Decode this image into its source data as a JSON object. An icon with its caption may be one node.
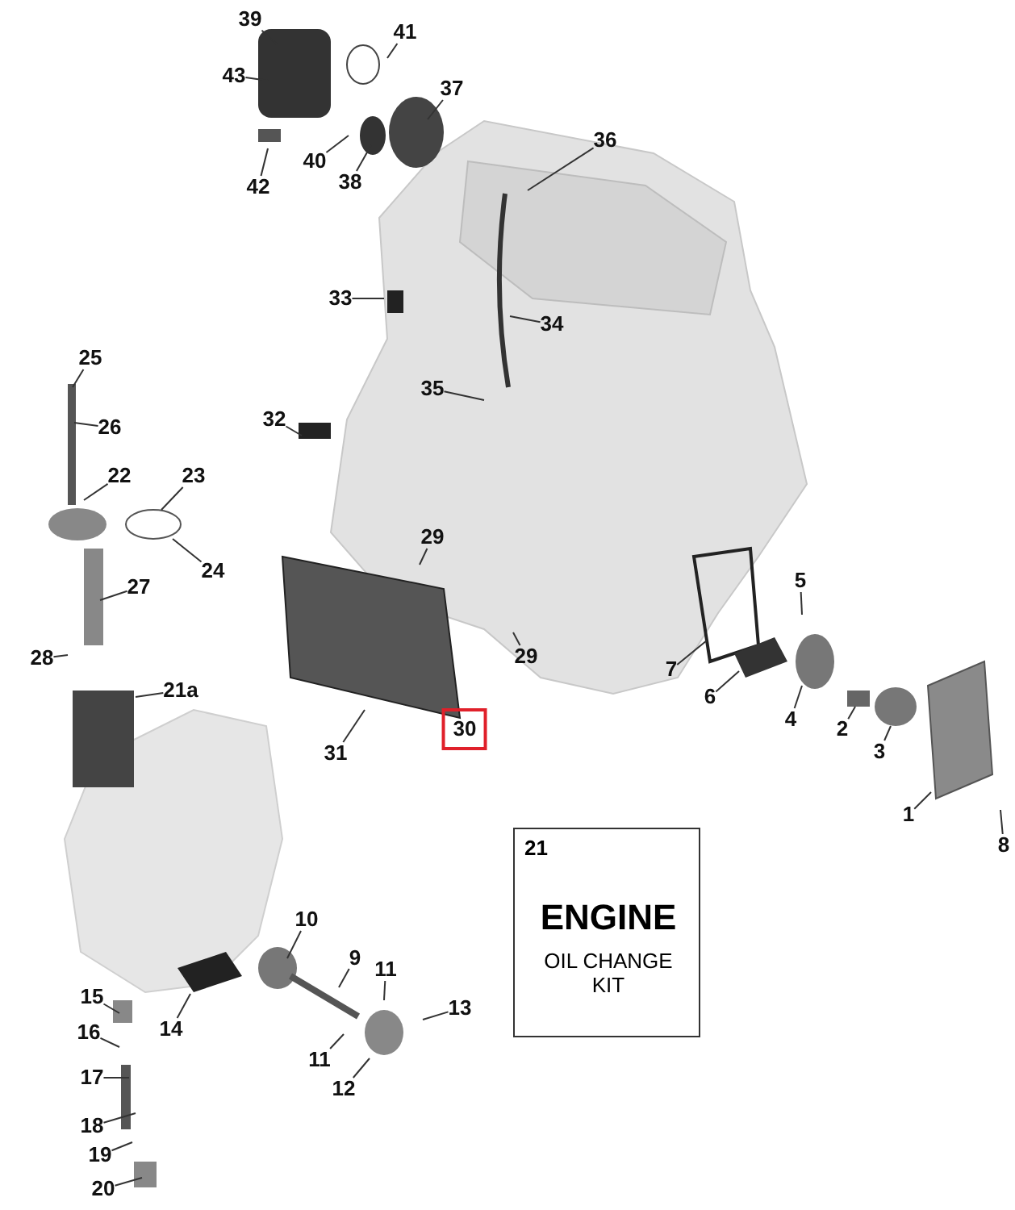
{
  "diagram": {
    "nodes": [
      {
        "text": [
          "39"
        ]
      },
      {
        "text": [
          "41"
        ]
      },
      {
        "text": [
          "43"
        ]
      },
      {
        "text": [
          "37"
        ]
      },
      {
        "text": [
          "36"
        ]
      },
      {
        "text": [
          "40"
        ]
      },
      {
        "text": [
          "38"
        ]
      },
      {
        "text": [
          "42"
        ]
      },
      {
        "text": [
          "33"
        ]
      },
      {
        "text": [
          "34"
        ]
      },
      {
        "text": [
          "35"
        ]
      },
      {
        "text": [
          "32"
        ]
      },
      {
        "text": [
          "25"
        ]
      },
      {
        "text": [
          "26"
        ]
      },
      {
        "text": [
          "22"
        ]
      },
      {
        "text": [
          "23"
        ]
      },
      {
        "text": [
          "24"
        ]
      },
      {
        "text": [
          "27"
        ]
      },
      {
        "text": [
          "29"
        ]
      },
      {
        "text": [
          "28"
        ]
      },
      {
        "text": [
          "21a"
        ]
      },
      {
        "text": [
          "5"
        ]
      },
      {
        "text": [
          "29"
        ]
      },
      {
        "text": [
          "7"
        ]
      },
      {
        "text": [
          "6"
        ]
      },
      {
        "text": [
          "4"
        ]
      },
      {
        "text": [
          "31"
        ]
      },
      {
        "text": [
          "30"
        ]
      },
      {
        "text": [
          "2"
        ]
      },
      {
        "text": [
          "3"
        ]
      },
      {
        "text": [
          "1"
        ]
      },
      {
        "text": [
          "8"
        ]
      },
      {
        "text": [
          "21",
          "ENGINE",
          "OIL CHANGE KIT"
        ]
      },
      {
        "text": [
          "10"
        ]
      },
      {
        "text": [
          "9"
        ]
      },
      {
        "text": [
          "11"
        ]
      },
      {
        "text": [
          "15"
        ]
      },
      {
        "text": [
          "13"
        ]
      },
      {
        "text": [
          "14"
        ]
      },
      {
        "text": [
          "16"
        ]
      },
      {
        "text": [
          "11"
        ]
      },
      {
        "text": [
          "17"
        ]
      },
      {
        "text": [
          "12"
        ]
      },
      {
        "text": [
          "18"
        ]
      },
      {
        "text": [
          "19"
        ]
      },
      {
        "text": [
          "20"
        ]
      }
    ],
    "edges": [
      {
        "from": 0,
        "to": null,
        "arrow": "none"
      },
      {
        "from": 1,
        "to": null,
        "arrow": "none"
      },
      {
        "from": 2,
        "to": null,
        "arrow": "none"
      },
      {
        "from": 3,
        "to": null,
        "arrow": "none"
      },
      {
        "from": 4,
        "to": null,
        "arrow": "none"
      },
      {
        "from": 5,
        "to": null,
        "arrow": "none"
      },
      {
        "from": 6,
        "to": null,
        "arrow": "none"
      },
      {
        "from": 7,
        "to": null,
        "arrow": "none"
      },
      {
        "from": 8,
        "to": null,
        "arrow": "none"
      },
      {
        "from": 9,
        "to": null,
        "arrow": "none"
      },
      {
        "from": 10,
        "to": null,
        "arrow": "none"
      },
      {
        "from": 11,
        "to": null,
        "arrow": "none"
      },
      {
        "from": 12,
        "to": null,
        "arrow": "none"
      },
      {
        "from": 13,
        "to": null,
        "arrow": "none"
      },
      {
        "from": 14,
        "to": null,
        "arrow": "none"
      },
      {
        "from": 15,
        "to": null,
        "arrow": "none"
      },
      {
        "from": 16,
        "to": null,
        "arrow": "none"
      },
      {
        "from": 17,
        "to": null,
        "arrow": "none"
      },
      {
        "from": 18,
        "to": null,
        "arrow": "none"
      },
      {
        "from": 19,
        "to": null,
        "arrow": "none"
      },
      {
        "from": 20,
        "to": null,
        "arrow": "none"
      },
      {
        "from": 21,
        "to": null,
        "arrow": "none"
      },
      {
        "from": 22,
        "to": null,
        "arrow": "none"
      },
      {
        "from": 23,
        "to": null,
        "arrow": "none"
      },
      {
        "from": 24,
        "to": null,
        "arrow": "none"
      },
      {
        "from": 25,
        "to": null,
        "arrow": "none"
      },
      {
        "from": 26,
        "to": null,
        "arrow": "none"
      },
      {
        "from": 28,
        "to": null,
        "arrow": "none"
      },
      {
        "from": 29,
        "to": null,
        "arrow": "none"
      },
      {
        "from": 30,
        "to": null,
        "arrow": "none"
      },
      {
        "from": 31,
        "to": null,
        "arrow": "none"
      },
      {
        "from": 33,
        "to": null,
        "arrow": "none"
      },
      {
        "from": 34,
        "to": null,
        "arrow": "none"
      },
      {
        "from": 35,
        "to": null,
        "arrow": "none"
      },
      {
        "from": 36,
        "to": null,
        "arrow": "none"
      },
      {
        "from": 37,
        "to": null,
        "arrow": "none"
      },
      {
        "from": 38,
        "to": null,
        "arrow": "none"
      },
      {
        "from": 39,
        "to": null,
        "arrow": "none"
      },
      {
        "from": 40,
        "to": null,
        "arrow": "none"
      },
      {
        "from": 41,
        "to": null,
        "arrow": "none"
      },
      {
        "from": 42,
        "to": null,
        "arrow": "none"
      },
      {
        "from": 43,
        "to": null,
        "arrow": "none"
      },
      {
        "from": 44,
        "to": null,
        "arrow": "none"
      },
      {
        "from": 45,
        "to": null,
        "arrow": "none"
      }
    ]
  }
}
